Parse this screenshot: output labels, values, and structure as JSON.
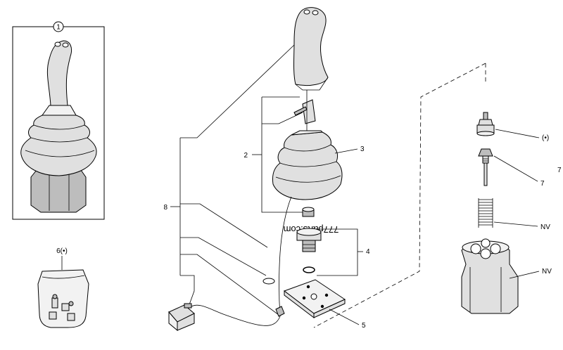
{
  "labels": {
    "callout_1": "1",
    "kit_label": "6(•)",
    "label_2": "2",
    "label_3": "3",
    "label_4": "4",
    "label_5": "5",
    "label_8": "8",
    "label_bullet": "(•)",
    "label_7": "7",
    "label_7_side": "7",
    "label_nv_spring": "NV",
    "label_nv_block": "NV"
  },
  "watermark": "777parts.com"
}
